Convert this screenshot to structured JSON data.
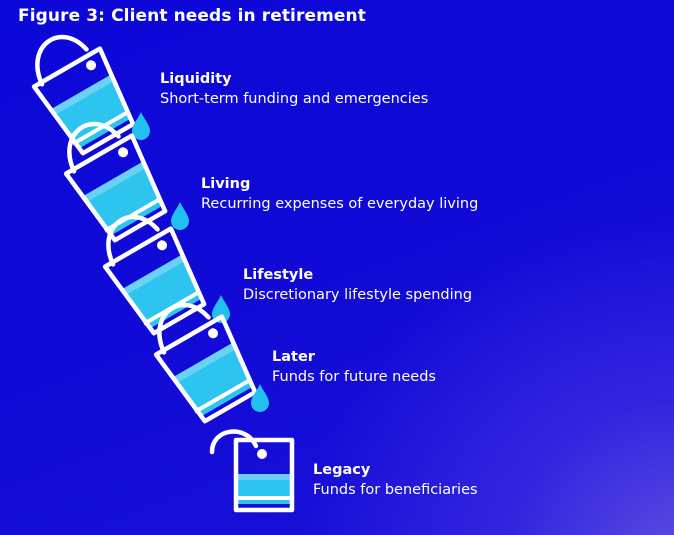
{
  "figure": {
    "title": "Figure 3: Client needs in retirement"
  },
  "colors": {
    "outline": "#ffffff",
    "liquid": "#2ec4f0",
    "liquid_light": "#9fdcf7",
    "drop": "#22c0f2"
  },
  "steps": [
    {
      "name": "Liquidity",
      "description": "Short-term funding and emergencies",
      "icon": "pouring-bucket-icon"
    },
    {
      "name": "Living",
      "description": "Recurring expenses of everyday living",
      "icon": "pouring-bucket-icon"
    },
    {
      "name": "Lifestyle",
      "description": "Discretionary lifestyle spending",
      "icon": "pouring-bucket-icon"
    },
    {
      "name": "Later",
      "description": "Funds for future needs",
      "icon": "pouring-bucket-icon"
    },
    {
      "name": "Legacy",
      "description": "Funds for beneficiaries",
      "icon": "upright-bucket-icon"
    }
  ]
}
